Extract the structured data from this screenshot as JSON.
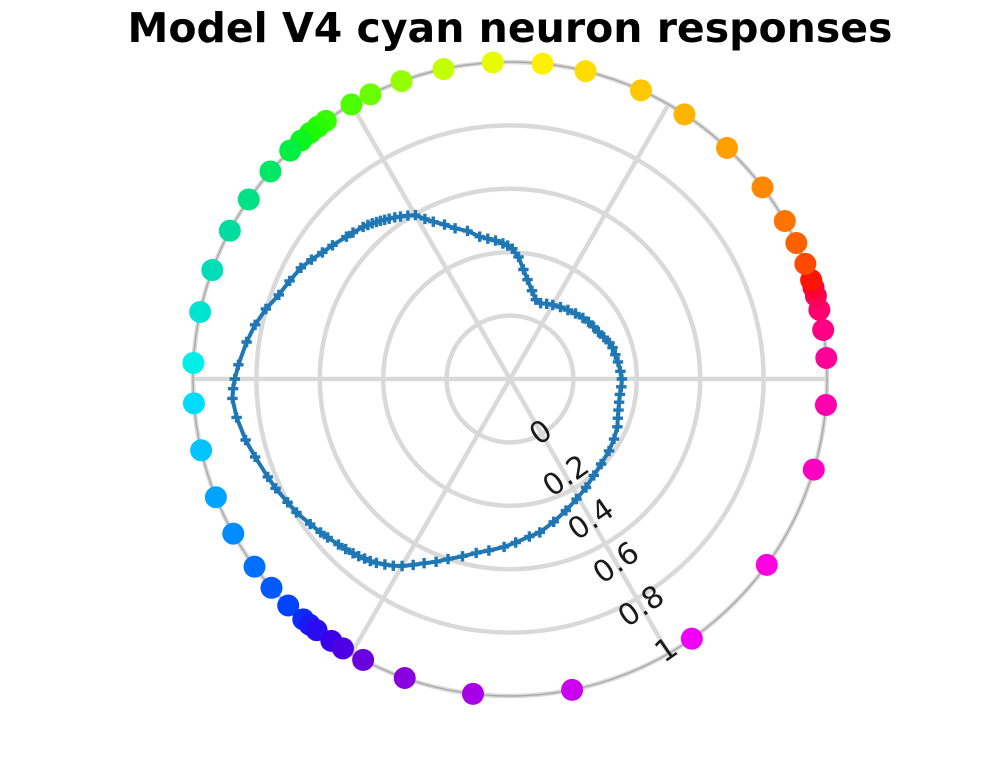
{
  "chart_data": {
    "type": "line",
    "subtype": "polar_line_with_hue_scatter",
    "title": "Model V4 cyan neuron responses",
    "rlim": [
      0,
      1
    ],
    "r_ticks": [
      0,
      0.2,
      0.4,
      0.6,
      0.8,
      1
    ],
    "r_tick_labels": [
      "0",
      "0.2",
      "0.4",
      "0.6",
      "0.8",
      "1"
    ],
    "theta_spokes_deg": [
      0,
      60,
      120,
      180,
      240,
      300
    ],
    "rlabel_ray_deg": -60,
    "rlabel_rotation_deg": -35,
    "grid_on": true,
    "grid_color": "#d9d9d9",
    "spine_color": "#a9a9a9",
    "tick_label_color": "#1a1a1a",
    "curve_color": "#1f77b4",
    "legend": "none",
    "hue_ring": {
      "radius": 1.0,
      "dots": [
        {
          "deg": 3.8,
          "color": "#ff0099"
        },
        {
          "deg": 8.9,
          "color": "#ff0084"
        },
        {
          "deg": 12.6,
          "color": "#ff006e"
        },
        {
          "deg": 15.2,
          "color": "#f90356"
        },
        {
          "deg": 16.8,
          "color": "#ff0030"
        },
        {
          "deg": 18.2,
          "color": "#fe1405"
        },
        {
          "deg": 21.3,
          "color": "#ff4800"
        },
        {
          "deg": 25.4,
          "color": "#ff6000"
        },
        {
          "deg": 29.9,
          "color": "#ff7300"
        },
        {
          "deg": 37.2,
          "color": "#ff8800"
        },
        {
          "deg": 46.8,
          "color": "#ffa000"
        },
        {
          "deg": 56.6,
          "color": "#ffb400"
        },
        {
          "deg": 65.6,
          "color": "#ffc800"
        },
        {
          "deg": 76.2,
          "color": "#ffdd00"
        },
        {
          "deg": 84.1,
          "color": "#fdf000"
        },
        {
          "deg": 93.1,
          "color": "#e8fb00"
        },
        {
          "deg": 102.1,
          "color": "#c3ff00"
        },
        {
          "deg": 110.0,
          "color": "#96ff00"
        },
        {
          "deg": 116.1,
          "color": "#6aff00"
        },
        {
          "deg": 120.0,
          "color": "#4cff00"
        },
        {
          "deg": 125.5,
          "color": "#35ff00"
        },
        {
          "deg": 127.3,
          "color": "#28fc02"
        },
        {
          "deg": 129.1,
          "color": "#1bf908"
        },
        {
          "deg": 131.2,
          "color": "#0cf520"
        },
        {
          "deg": 133.9,
          "color": "#00ef43"
        },
        {
          "deg": 139.1,
          "color": "#00e766"
        },
        {
          "deg": 145.5,
          "color": "#00e084"
        },
        {
          "deg": 152.1,
          "color": "#00dc9e"
        },
        {
          "deg": 159.9,
          "color": "#00dcb8"
        },
        {
          "deg": 167.8,
          "color": "#00e3d2"
        },
        {
          "deg": 177.1,
          "color": "#00efe9"
        },
        {
          "deg": 184.4,
          "color": "#00dcff"
        },
        {
          "deg": 193.0,
          "color": "#00c3ff"
        },
        {
          "deg": 201.9,
          "color": "#00a4ff"
        },
        {
          "deg": 209.2,
          "color": "#008cff"
        },
        {
          "deg": 216.3,
          "color": "#0071ff"
        },
        {
          "deg": 221.2,
          "color": "#005aff"
        },
        {
          "deg": 225.6,
          "color": "#0144ff"
        },
        {
          "deg": 229.3,
          "color": "#0c2cfb"
        },
        {
          "deg": 230.8,
          "color": "#1a1af6"
        },
        {
          "deg": 232.4,
          "color": "#2a0cf0"
        },
        {
          "deg": 235.7,
          "color": "#3b00ea"
        },
        {
          "deg": 238.2,
          "color": "#4e00e4"
        },
        {
          "deg": 242.4,
          "color": "#6b00de"
        },
        {
          "deg": 250.6,
          "color": "#8700dd"
        },
        {
          "deg": 263.3,
          "color": "#a800e6"
        },
        {
          "deg": 281.3,
          "color": "#cb00f0"
        },
        {
          "deg": 305.0,
          "color": "#ef00f4"
        },
        {
          "deg": 324.1,
          "color": "#ff00e0"
        },
        {
          "deg": 343.4,
          "color": "#ff00c3"
        },
        {
          "deg": 355.3,
          "color": "#ff00ad"
        }
      ]
    },
    "response_curve": {
      "name": "cyan neuron response vs hue angle",
      "closed": true,
      "points_deg_r": [
        [
          0,
          0.353
        ],
        [
          4,
          0.349
        ],
        [
          9,
          0.345
        ],
        [
          13,
          0.341
        ],
        [
          17,
          0.338
        ],
        [
          20,
          0.334
        ],
        [
          24,
          0.324
        ],
        [
          28,
          0.316
        ],
        [
          32,
          0.311
        ],
        [
          36,
          0.306
        ],
        [
          40,
          0.3
        ],
        [
          45,
          0.292
        ],
        [
          50,
          0.284
        ],
        [
          55,
          0.277
        ],
        [
          60,
          0.27
        ],
        [
          64,
          0.264
        ],
        [
          68,
          0.258
        ],
        [
          72,
          0.263
        ],
        [
          76,
          0.287
        ],
        [
          80,
          0.318
        ],
        [
          83,
          0.348
        ],
        [
          86,
          0.386
        ],
        [
          89,
          0.411
        ],
        [
          91,
          0.421
        ],
        [
          93,
          0.428
        ],
        [
          96,
          0.439
        ],
        [
          99,
          0.448
        ],
        [
          102,
          0.459
        ],
        [
          106,
          0.486
        ],
        [
          110,
          0.506
        ],
        [
          113,
          0.529
        ],
        [
          116,
          0.552
        ],
        [
          118,
          0.572
        ],
        [
          120,
          0.597
        ],
        [
          122,
          0.608
        ],
        [
          124,
          0.618
        ],
        [
          125.5,
          0.626
        ],
        [
          127,
          0.633
        ],
        [
          128.2,
          0.639
        ],
        [
          129.3,
          0.645
        ],
        [
          130.4,
          0.65
        ],
        [
          131.5,
          0.656
        ],
        [
          132.7,
          0.661
        ],
        [
          134,
          0.667
        ],
        [
          137,
          0.677
        ],
        [
          139,
          0.684
        ],
        [
          143,
          0.701
        ],
        [
          146,
          0.714
        ],
        [
          149,
          0.731
        ],
        [
          152,
          0.747
        ],
        [
          156,
          0.761
        ],
        [
          160,
          0.776
        ],
        [
          164,
          0.801
        ],
        [
          168,
          0.822
        ],
        [
          172,
          0.839
        ],
        [
          177,
          0.858
        ],
        [
          180,
          0.868
        ],
        [
          182,
          0.874
        ],
        [
          184,
          0.878
        ],
        [
          188,
          0.871
        ],
        [
          193,
          0.856
        ],
        [
          197,
          0.841
        ],
        [
          202,
          0.824
        ],
        [
          205,
          0.816
        ],
        [
          209,
          0.802
        ],
        [
          212,
          0.794
        ],
        [
          216,
          0.779
        ],
        [
          219,
          0.769
        ],
        [
          221,
          0.762
        ],
        [
          224,
          0.752
        ],
        [
          226,
          0.746
        ],
        [
          228,
          0.74
        ],
        [
          229.5,
          0.735
        ],
        [
          231,
          0.729
        ],
        [
          232.5,
          0.724
        ],
        [
          234,
          0.717
        ],
        [
          236,
          0.706
        ],
        [
          238,
          0.695
        ],
        [
          240,
          0.681
        ],
        [
          242.5,
          0.661
        ],
        [
          245,
          0.641
        ],
        [
          248,
          0.622
        ],
        [
          251,
          0.601
        ],
        [
          255,
          0.579
        ],
        [
          259,
          0.559
        ],
        [
          263,
          0.545
        ],
        [
          268,
          0.53
        ],
        [
          272,
          0.516
        ],
        [
          277,
          0.501
        ],
        [
          281,
          0.493
        ],
        [
          287,
          0.471
        ],
        [
          293,
          0.451
        ],
        [
          299,
          0.433
        ],
        [
          305,
          0.418
        ],
        [
          311,
          0.403
        ],
        [
          317,
          0.393
        ],
        [
          324,
          0.386
        ],
        [
          330,
          0.379
        ],
        [
          336,
          0.371
        ],
        [
          340,
          0.362
        ],
        [
          344,
          0.356
        ],
        [
          348,
          0.352
        ],
        [
          352,
          0.35
        ],
        [
          356,
          0.352
        ]
      ]
    }
  }
}
